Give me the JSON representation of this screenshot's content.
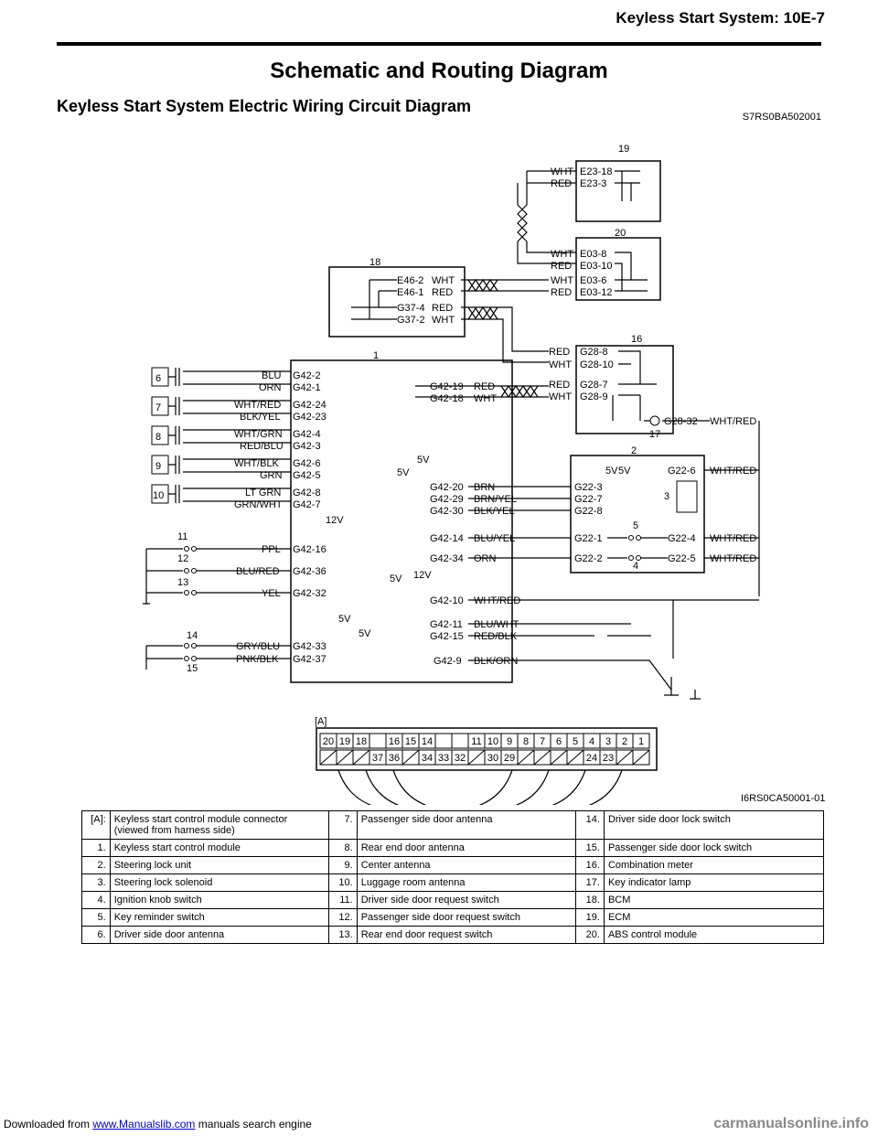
{
  "header": {
    "right": "Keyless Start System:    10E-7"
  },
  "title": "Schematic and Routing Diagram",
  "subtitle": "Keyless Start System Electric Wiring Circuit Diagram",
  "doc_code": "S7RS0BA502001",
  "figure_code": "I6RS0CA50001-01",
  "connector_label": "[A]",
  "connector_top": [
    "20",
    "19",
    "18",
    "",
    "16",
    "15",
    "14",
    "",
    "",
    "11",
    "10",
    "9",
    "8",
    "7",
    "6",
    "5",
    "4",
    "3",
    "2",
    "1"
  ],
  "connector_bottom": [
    "",
    "",
    "",
    "37",
    "36",
    "",
    "34",
    "33",
    "32",
    "",
    "30",
    "29",
    "",
    "",
    "",
    "",
    "24",
    "23",
    "",
    ""
  ],
  "component_nums": {
    "c1": "1",
    "c2": "2",
    "c3": "3",
    "c4": "4",
    "c5": "5",
    "c6": "6",
    "c7": "7",
    "c8": "8",
    "c9": "9",
    "c10": "10",
    "c11": "11",
    "c12": "12",
    "c13": "13",
    "c14": "14",
    "c15": "15",
    "c16": "16",
    "c17": "17",
    "c18": "18",
    "c19": "19",
    "c20": "20"
  },
  "labels": {
    "e23_18": "E23-18",
    "e23_3": "E23-3",
    "e03_8": "E03-8",
    "e03_10": "E03-10",
    "e03_6": "E03-6",
    "e03_12": "E03-12",
    "e46_2": "E46-2",
    "e46_1": "E46-1",
    "g37_4": "G37-4",
    "g37_2": "G37-2",
    "wht": "WHT",
    "red": "RED",
    "g28_8": "G28-8",
    "g28_10": "G28-10",
    "g28_7": "G28-7",
    "g28_9": "G28-9",
    "g28_32": "G28-32",
    "g42_2": "G42-2",
    "g42_1": "G42-1",
    "g42_24": "G42-24",
    "g42_23": "G42-23",
    "g42_4": "G42-4",
    "g42_3": "G42-3",
    "g42_6": "G42-6",
    "g42_5": "G42-5",
    "g42_8": "G42-8",
    "g42_7": "G42-7",
    "g42_16": "G42-16",
    "g42_36": "G42-36",
    "g42_32": "G42-32",
    "g42_33": "G42-33",
    "g42_37": "G42-37",
    "g42_19": "G42-19",
    "g42_18": "G42-18",
    "g42_20": "G42-20",
    "g42_29": "G42-29",
    "g42_30": "G42-30",
    "g42_14": "G42-14",
    "g42_34": "G42-34",
    "g42_10": "G42-10",
    "g42_11": "G42-11",
    "g42_15": "G42-15",
    "g42_9": "G42-9",
    "g22_3": "G22-3",
    "g22_7": "G22-7",
    "g22_8": "G22-8",
    "g22_1": "G22-1",
    "g22_2": "G22-2",
    "g22_6": "G22-6",
    "g22_4": "G22-4",
    "g22_5": "G22-5",
    "blu": "BLU",
    "orn": "ORN",
    "wht_red": "WHT/RED",
    "blk_yel": "BLK/YEL",
    "wht_grn": "WHT/GRN",
    "red_blu": "RED/BLU",
    "wht_blk": "WHT/BLK",
    "grn": "GRN",
    "lt_grn": "LT GRN",
    "grn_wht": "GRN/WHT",
    "ppl": "PPL",
    "blu_red": "BLU/RED",
    "yel": "YEL",
    "gry_blu": "GRY/BLU",
    "pnk_blk": "PNK/BLK",
    "brn": "BRN",
    "brn_yel": "BRN/YEL",
    "blu_yel": "BLU/YEL",
    "blu_wht": "BLU/WHT",
    "red_blk": "RED/BLK",
    "blk_orn": "BLK/ORN",
    "v5": "5V",
    "v12": "12V"
  },
  "legend": [
    [
      "[A]:",
      "Keyless start control module connector (viewed from harness side)",
      "7.",
      "Passenger side door antenna",
      "14.",
      "Driver side door lock switch"
    ],
    [
      "1.",
      "Keyless start control module",
      "8.",
      "Rear end door antenna",
      "15.",
      "Passenger side door lock switch"
    ],
    [
      "2.",
      "Steering lock unit",
      "9.",
      "Center antenna",
      "16.",
      "Combination meter"
    ],
    [
      "3.",
      "Steering lock solenoid",
      "10.",
      "Luggage room antenna",
      "17.",
      "Key indicator lamp"
    ],
    [
      "4.",
      "Ignition knob switch",
      "11.",
      "Driver side door request switch",
      "18.",
      "BCM"
    ],
    [
      "5.",
      "Key reminder switch",
      "12.",
      "Passenger side door request switch",
      "19.",
      "ECM"
    ],
    [
      "6.",
      "Driver side door antenna",
      "13.",
      "Rear end door request switch",
      "20.",
      "ABS control module"
    ]
  ],
  "footer": {
    "prefix": "Downloaded from ",
    "link": "www.Manualslib.com",
    "suffix": " manuals search engine",
    "watermark": "carmanualsonline.info"
  }
}
